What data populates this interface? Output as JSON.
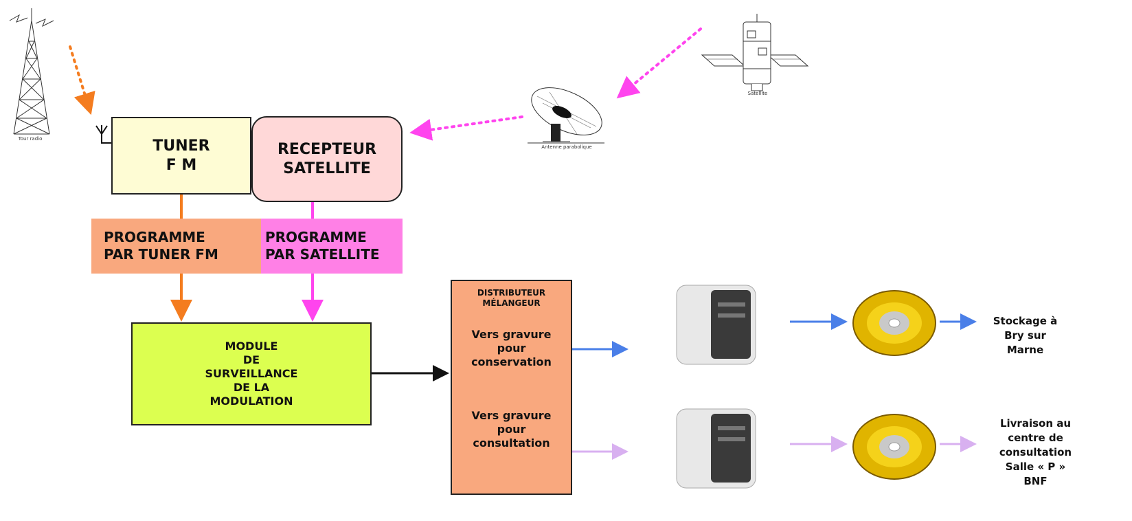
{
  "colors": {
    "fm": "#f47c1f",
    "satellite": "#ff44ee",
    "conservation": "#4a7fe8",
    "consultation": "#d8b0f0",
    "tuner_fill": "#fefcd4",
    "recepteur_fill": "#ffd8d8",
    "prog_fm_fill": "#f9a87e",
    "prog_sat_fill": "#ff80e6",
    "module_fill": "#dcff50",
    "distrib_fill": "#f9a87e"
  },
  "tuner": {
    "line1": "TUNER",
    "line2": "F M"
  },
  "recepteur": {
    "line1": "RECEPTEUR",
    "line2": "SATELLITE"
  },
  "prog_fm": {
    "text": "PROGRAMME\nPAR TUNER FM"
  },
  "prog_sat": {
    "text": "PROGRAMME\nPAR SATELLITE"
  },
  "module": {
    "text": "MODULE\nDE\nSURVEILLANCE\nDE LA\nMODULATION"
  },
  "distributeur": {
    "title": "DISTRIBUTEUR\nMÉLANGEUR",
    "conservation": "Vers gravure\npour\nconservation",
    "consultation": "Vers gravure\npour\nconsultation"
  },
  "outputs": {
    "stockage": "Stockage à\nBry sur\nMarne",
    "livraison": "Livraison au\ncentre de\nconsultation\nSalle « P »\nBNF"
  },
  "icons": {
    "tower": "radio-tower-icon",
    "dish": "satellite-dish-icon",
    "satellite": "satellite-icon",
    "computer": "computer-icon",
    "disc": "cd-disc-icon"
  },
  "icon_captions": {
    "tower": "Tour radio",
    "dish": "Antenne parabolique",
    "satellite": "Satellite"
  }
}
